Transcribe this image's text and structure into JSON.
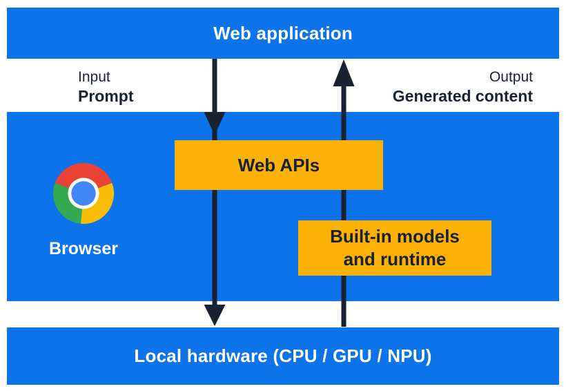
{
  "colors": {
    "layer_blue": "#0C73EA",
    "box_yellow": "#FBB105",
    "text_navy": "#182230",
    "arrow_navy": "#182230",
    "label_white": "#FFFFFF",
    "chrome_red": "#E94335",
    "chrome_yellow": "#FBBC05",
    "chrome_green": "#34A853",
    "chrome_blue": "#4285F4"
  },
  "layers": {
    "web_application": {
      "label": "Web application"
    },
    "browser": {
      "label": "Browser"
    },
    "local_hardware": {
      "label": "Local hardware (CPU / GPU / NPU)"
    }
  },
  "flows": {
    "input": {
      "caption": "Input",
      "label": "Prompt",
      "direction": "down"
    },
    "output": {
      "caption": "Output",
      "label": "Generated content",
      "direction": "up"
    }
  },
  "boxes": {
    "web_apis": {
      "label": "Web APIs"
    },
    "builtin": {
      "label_line1": "Built-in models",
      "label_line2": "and runtime"
    }
  },
  "icons": {
    "browser_logo": "chrome-logo"
  }
}
